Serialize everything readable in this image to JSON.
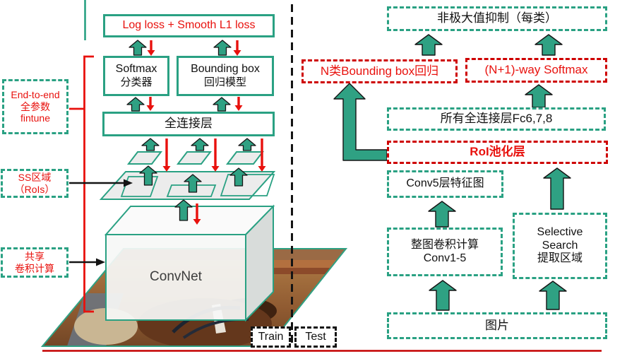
{
  "colors": {
    "teal": "#2AA183",
    "red_text": "#E8110D",
    "red_dashed_border": "#CE0000",
    "black": "#141414"
  },
  "left_panel": {
    "loss_box": "Log loss  +  Smooth L1 loss",
    "softmax_box": {
      "line1": "Softmax",
      "line2": "分类器"
    },
    "bbox_box": {
      "line1": "Bounding box",
      "line2": "回归模型"
    },
    "fc_box": "全连接层",
    "convnet": "ConvNet",
    "labels": {
      "finetune": {
        "line1": "End-to-end",
        "line2": "全参数",
        "line3": "fintune"
      },
      "rois": {
        "line1": "SS区域",
        "line2": "（RoIs）"
      },
      "shared": {
        "line1": "共享",
        "line2": "卷积计算"
      }
    },
    "train": "Train",
    "test": "Test"
  },
  "right_panel": {
    "nms": "非极大值抑制（每类）",
    "bbox_reg": "N类Bounding box回归",
    "softmax": "(N+1)-way Softmax",
    "fc678": "所有全连接层Fc6,7,8",
    "roi_pool": "RoI池化层",
    "conv5": "Conv5层特征图",
    "whole_conv": {
      "line1": "整图卷积计算",
      "line2": "Conv1-5"
    },
    "selective": {
      "line1": "Selective",
      "line2": "Search",
      "line3": "提取区域"
    },
    "image": "图片"
  }
}
